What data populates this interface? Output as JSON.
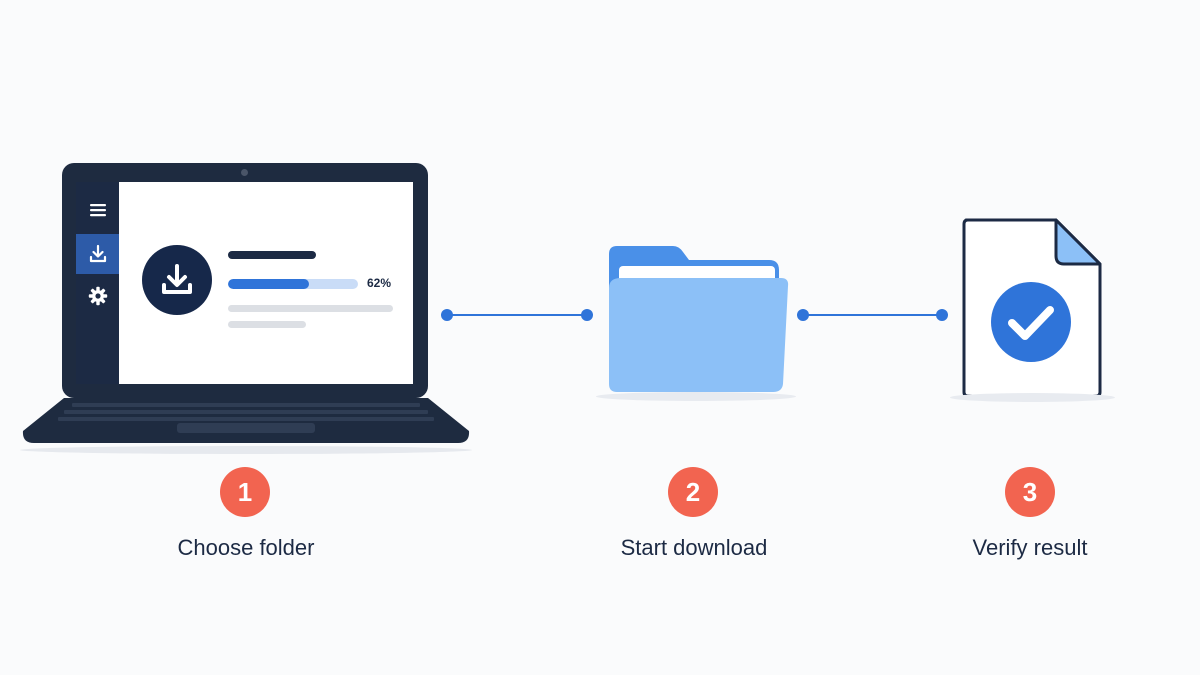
{
  "screen": {
    "progress_percent": 62,
    "progress_label": "62%",
    "sidebar_icons": [
      "menu-icon",
      "download-icon",
      "gear-icon"
    ]
  },
  "steps": [
    {
      "number": "1",
      "label": "Choose folder"
    },
    {
      "number": "2",
      "label": "Start download"
    },
    {
      "number": "3",
      "label": "Verify result"
    }
  ],
  "colors": {
    "accent_blue": "#2f74d9",
    "navy": "#1c2a44",
    "badge_coral": "#f26450",
    "folder_blue": "#7db6f5"
  }
}
